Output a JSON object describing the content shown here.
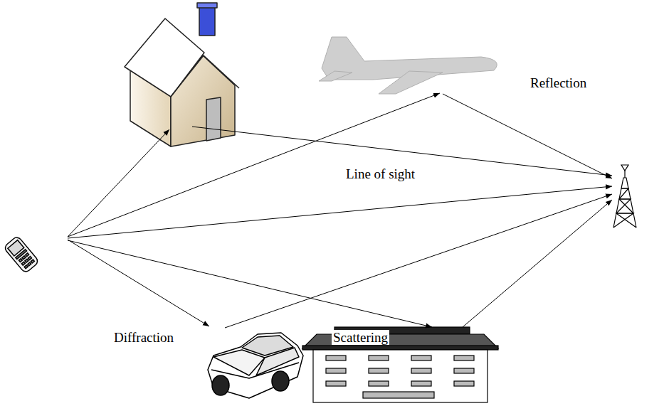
{
  "diagram": {
    "labels": [
      "Reflection",
      "Line of sight",
      "Diffraction",
      "Scattering"
    ]
  }
}
